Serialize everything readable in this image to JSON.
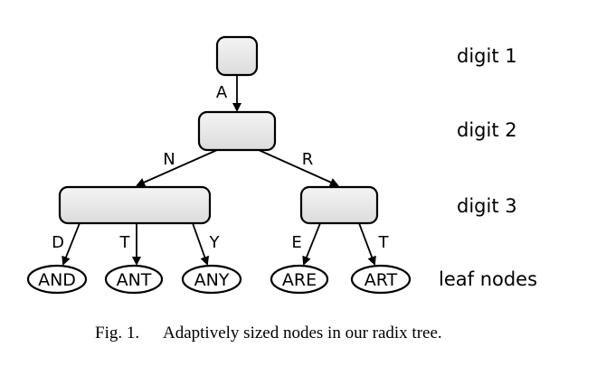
{
  "tree": {
    "edge_labels": {
      "root_to_d2": "A",
      "d2_to_left": "N",
      "d2_to_right": "R",
      "left_to_and": "D",
      "left_to_ant": "T",
      "left_to_any": "Y",
      "right_to_are": "E",
      "right_to_art": "T"
    },
    "leaves": {
      "and": "AND",
      "ant": "ANT",
      "any": "ANY",
      "are": "ARE",
      "art": "ART"
    }
  },
  "levels": {
    "digit1": "digit 1",
    "digit2": "digit 2",
    "digit3": "digit 3",
    "leaf": "leaf nodes"
  },
  "caption": {
    "label": "Fig. 1.",
    "text": "Adaptively sized nodes in our radix tree."
  }
}
